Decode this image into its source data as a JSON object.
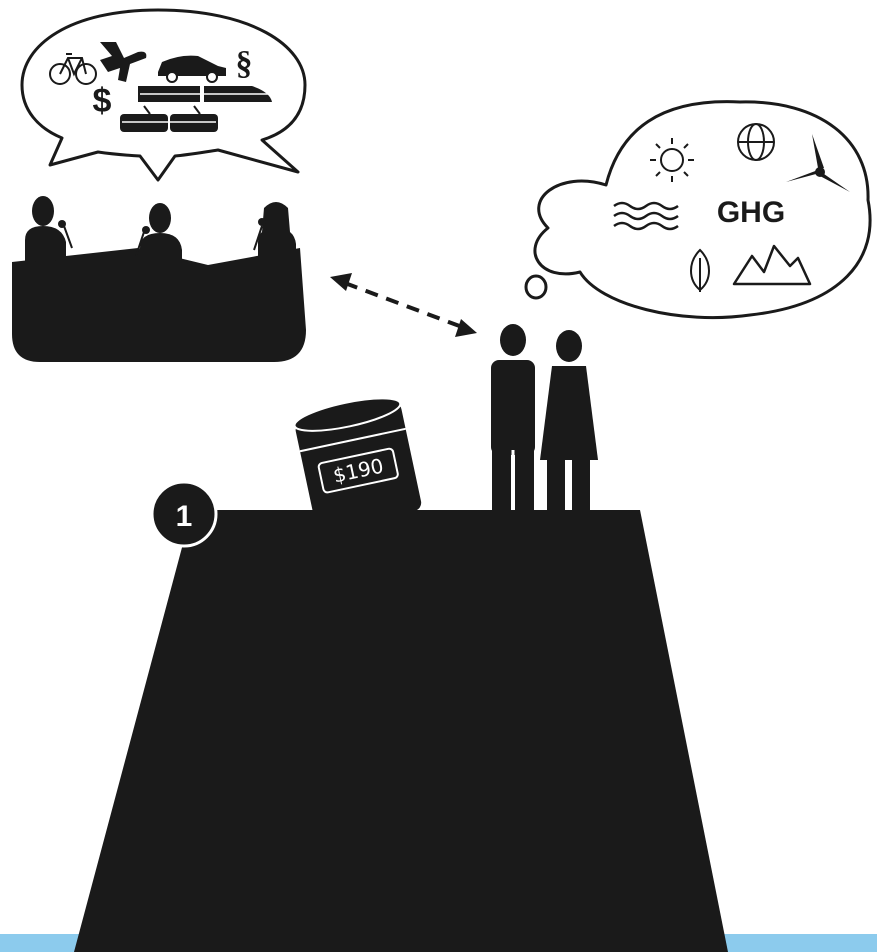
{
  "colors": {
    "ink": "#1a1a1a",
    "water": "#8ccbed",
    "paper": "#ffffff"
  },
  "step_badge": "1",
  "barrel": {
    "price": "$190"
  },
  "thought_bubble": {
    "label": "GHG",
    "icons": [
      "sun-icon",
      "globe-icon",
      "wind-turbine-icon",
      "water-waves-icon",
      "leaf-icon",
      "mountains-icon"
    ]
  },
  "speech_bubble": {
    "symbol_money": "$",
    "symbol_law": "§",
    "icons": [
      "bicycle-icon",
      "airplane-icon",
      "car-icon",
      "high-speed-train-icon",
      "tram-icon"
    ]
  },
  "people": [
    "man-figure",
    "woman-figure"
  ],
  "panel": [
    "politician-left",
    "politician-center",
    "politician-right"
  ]
}
